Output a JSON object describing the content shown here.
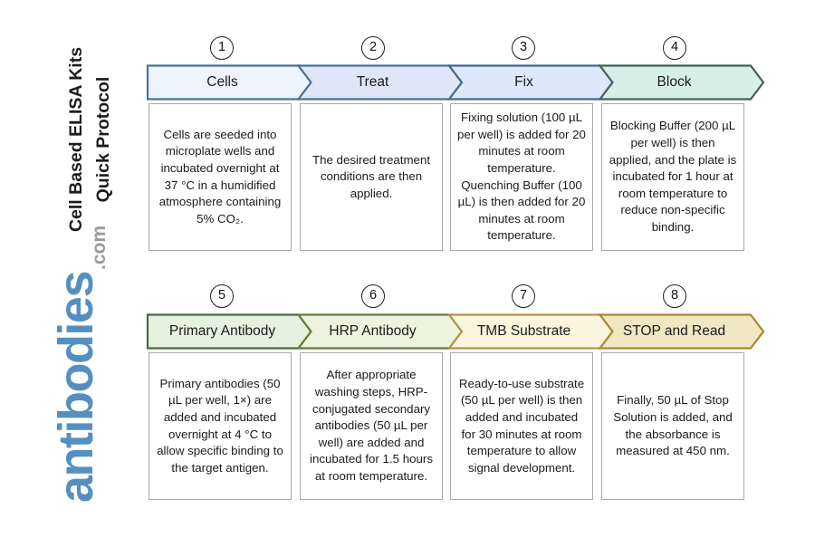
{
  "sidebar": {
    "title_line1": "Cell Based ELISA Kits",
    "title_line2": "Quick Protocol",
    "logo_text": "antibodies",
    "logo_suffix": ".com",
    "logo_color": "#558FC0",
    "logo_suffix_color": "#9B9B9B"
  },
  "steps": [
    {
      "number": "1",
      "label": "Cells",
      "description": "Cells are seeded into microplate wells and incubated overnight at 37 °C in a humidified atmosphere containing 5% CO₂.",
      "fill": "#EDF4FB",
      "stroke": "#4C7194"
    },
    {
      "number": "2",
      "label": "Treat",
      "description": "The desired treatment conditions are then applied.",
      "fill": "#DEE6F8",
      "stroke": "#4C7194"
    },
    {
      "number": "3",
      "label": "Fix",
      "description": "Fixing solution (100 µL per well) is added for 20 minutes at room temperature. Quenching Buffer (100 µL) is then added for 20 minutes at room temperature.",
      "fill": "#DDE8FA",
      "stroke": "#46688F"
    },
    {
      "number": "4",
      "label": "Block",
      "description": "Blocking Buffer (200 µL per well) is then applied, and the plate is incubated for 1 hour at room temperature to reduce non-specific binding.",
      "fill": "#D8EFE8",
      "stroke": "#42605F"
    },
    {
      "number": "5",
      "label": "Primary Antibody",
      "description": "Primary antibodies (50 µL per well, 1×) are added and incubated overnight at 4 °C to allow specific binding to the target antigen.",
      "fill": "#E5F2E0",
      "stroke": "#456C3D"
    },
    {
      "number": "6",
      "label": "HRP Antibody",
      "description": "After appropriate washing steps, HRP-conjugated secondary antibodies (50 µL per well) are added and incubated for 1.5 hours at room temperature.",
      "fill": "#EDF3DC",
      "stroke": "#68793C"
    },
    {
      "number": "7",
      "label": "TMB Substrate",
      "description": "Ready-to-use substrate (50 µL per well) is then added and incubated for 30 minutes at room temperature to allow signal development.",
      "fill": "#FAF5DC",
      "stroke": "#B3924C"
    },
    {
      "number": "8",
      "label": "STOP and Read",
      "description": "Finally, 50 µL of Stop Solution is added, and the absorbance is measured at 450 nm.",
      "fill": "#F1E7C2",
      "stroke": "#A8863B"
    }
  ]
}
